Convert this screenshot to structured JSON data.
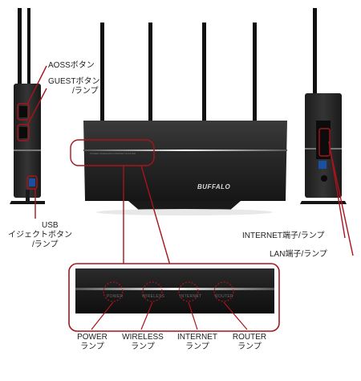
{
  "labels": {
    "aoss": "AOSSボタン",
    "guest_line1": "GUESTボタン",
    "guest_line2": "/ランプ",
    "usb_line1": "USB",
    "usb_line2": "イジェクトボタン",
    "usb_line3": "/ランプ",
    "internet_port": "INTERNET端子/ランプ",
    "lan_port": "LAN端子/ランプ",
    "power_line1": "POWER",
    "power_line2": "ランプ",
    "wireless_line1": "WIRELESS",
    "wireless_line2": "ランプ",
    "internet_line1": "INTERNET",
    "internet_line2": "ランプ",
    "router_line1": "ROUTER",
    "router_line2": "ランプ"
  },
  "device": {
    "brand": "BUFFALO",
    "zoom_led_labels": [
      "POWER",
      "WIRELESS",
      "INTERNET",
      "ROUTER"
    ]
  },
  "colors": {
    "callout": "#a8141c",
    "device_body": "#2a2a2a",
    "device_dark": "#141414"
  }
}
